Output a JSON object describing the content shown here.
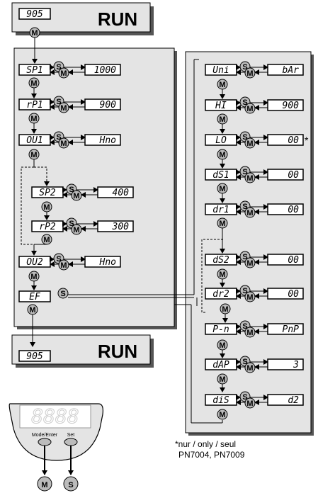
{
  "run_top": {
    "display": "905",
    "label": "RUN"
  },
  "run_bottom": {
    "display": "905",
    "label": "RUN"
  },
  "left_menu": [
    {
      "id": "sp1",
      "param": "SP1",
      "value": "1000"
    },
    {
      "id": "rp1",
      "param": "rP1",
      "value": "900"
    },
    {
      "id": "ou1",
      "param": "OU1",
      "value": "Hno"
    },
    {
      "id": "sp2",
      "param": "SP2",
      "value": "400"
    },
    {
      "id": "rp2",
      "param": "rP2",
      "value": "300"
    },
    {
      "id": "ou2",
      "param": "OU2",
      "value": "Hno"
    },
    {
      "id": "ef",
      "param": "EF",
      "value": ""
    }
  ],
  "right_menu": [
    {
      "id": "uni",
      "param": "Uni",
      "value": "bAr"
    },
    {
      "id": "hi",
      "param": "HI",
      "value": "900"
    },
    {
      "id": "lo",
      "param": "LO",
      "value": "00"
    },
    {
      "id": "ds1",
      "param": "dS1",
      "value": "00"
    },
    {
      "id": "dr1",
      "param": "dr1",
      "value": "00"
    },
    {
      "id": "ds2",
      "param": "dS2",
      "value": "00"
    },
    {
      "id": "dr2",
      "param": "dr2",
      "value": "00"
    },
    {
      "id": "pn",
      "param": "P-n",
      "value": "PnP"
    },
    {
      "id": "dap",
      "param": "dAP",
      "value": "3"
    },
    {
      "id": "dis",
      "param": "diS",
      "value": "d2"
    }
  ],
  "buttons": {
    "m": "M",
    "s": "S"
  },
  "device": {
    "display": "8888",
    "mode_label": "Mode/Enter",
    "set_label": "Set"
  },
  "asterisk": "*",
  "footnote": {
    "line1": "*nur / only / seul",
    "line2": "PN7004, PN7009"
  }
}
